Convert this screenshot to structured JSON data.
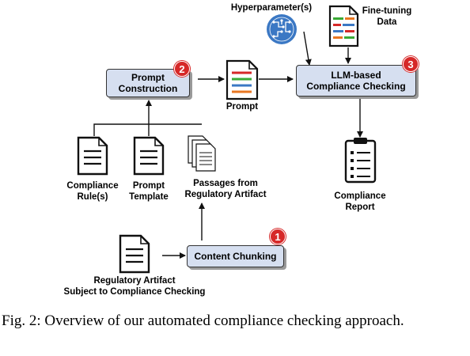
{
  "hyperparameters": "Hyperparameter(s)",
  "finetuning": [
    "Fine-tuning",
    "Data"
  ],
  "prompt_construction": [
    "Prompt",
    "Construction"
  ],
  "prompt": "Prompt",
  "llm_checking": [
    "LLM-based",
    "Compliance Checking"
  ],
  "compliance_rules": [
    "Compliance",
    "Rule(s)"
  ],
  "prompt_template": [
    "Prompt",
    "Template"
  ],
  "passages": [
    "Passages from",
    "Regulatory Artifact"
  ],
  "compliance_report": [
    "Compliance",
    "Report"
  ],
  "content_chunking": "Content Chunking",
  "regulatory_artifact": [
    "Regulatory Artifact",
    "Subject to Compliance Checking"
  ],
  "badges": {
    "one": "1",
    "two": "2",
    "three": "3"
  },
  "caption": "Fig. 2: Overview of our automated compliance checking approach.",
  "colors": {
    "box_fill": "#d6dff0",
    "badge": "#d62828",
    "icon_blue": "#3b78c4",
    "green": "#3aaa35",
    "orange": "#e87722"
  }
}
